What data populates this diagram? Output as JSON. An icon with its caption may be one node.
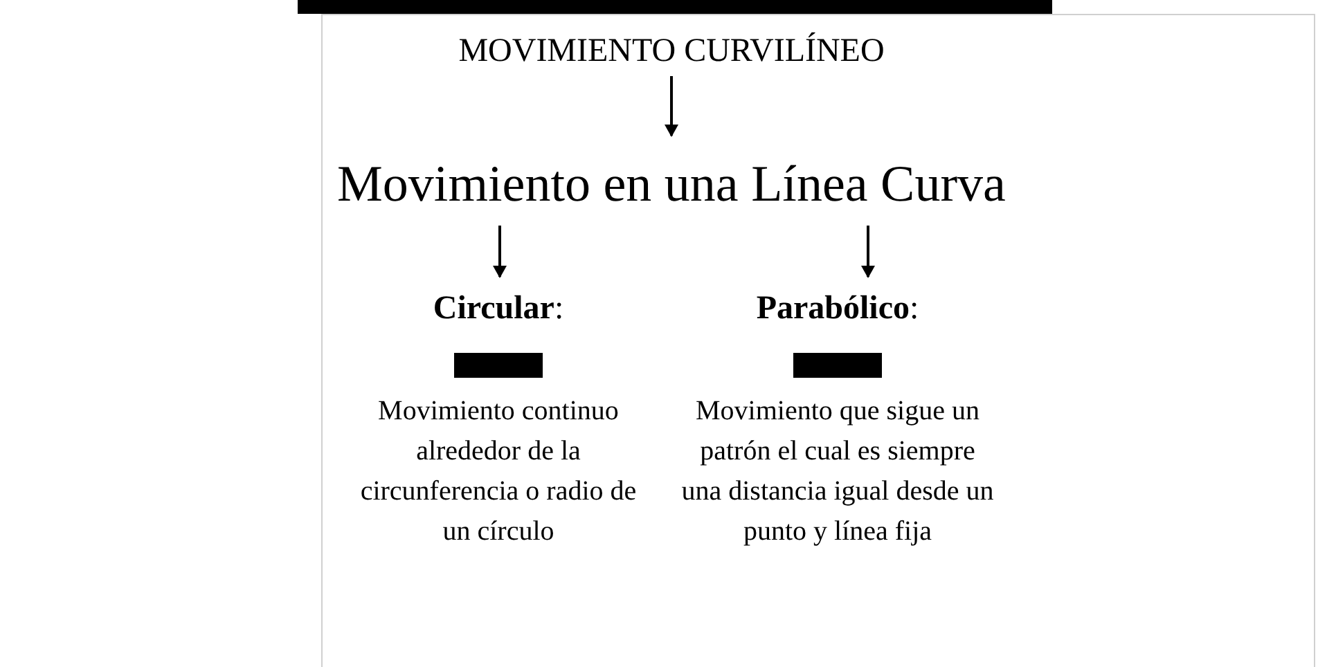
{
  "diagram": {
    "nodes": [
      {
        "text": [
          "MOVIMIENTO CURVILÍNEO"
        ]
      },
      {
        "text": [
          "Movimiento en una Línea Curva"
        ]
      },
      {
        "text": [
          "**Circular**:",
          "Movimiento continuo alrededor de la circunferencia o radio de un círculo"
        ]
      },
      {
        "text": [
          "**Parabólico**:",
          "Movimiento que sigue un patrón el cual es siempre una distancia igual desde un punto y línea fija"
        ]
      }
    ],
    "edges": [
      {
        "from": 0,
        "to": 1,
        "arrow": "to"
      },
      {
        "from": 1,
        "to": 2,
        "arrow": "to"
      },
      {
        "from": 1,
        "to": 3,
        "arrow": "to"
      }
    ]
  }
}
